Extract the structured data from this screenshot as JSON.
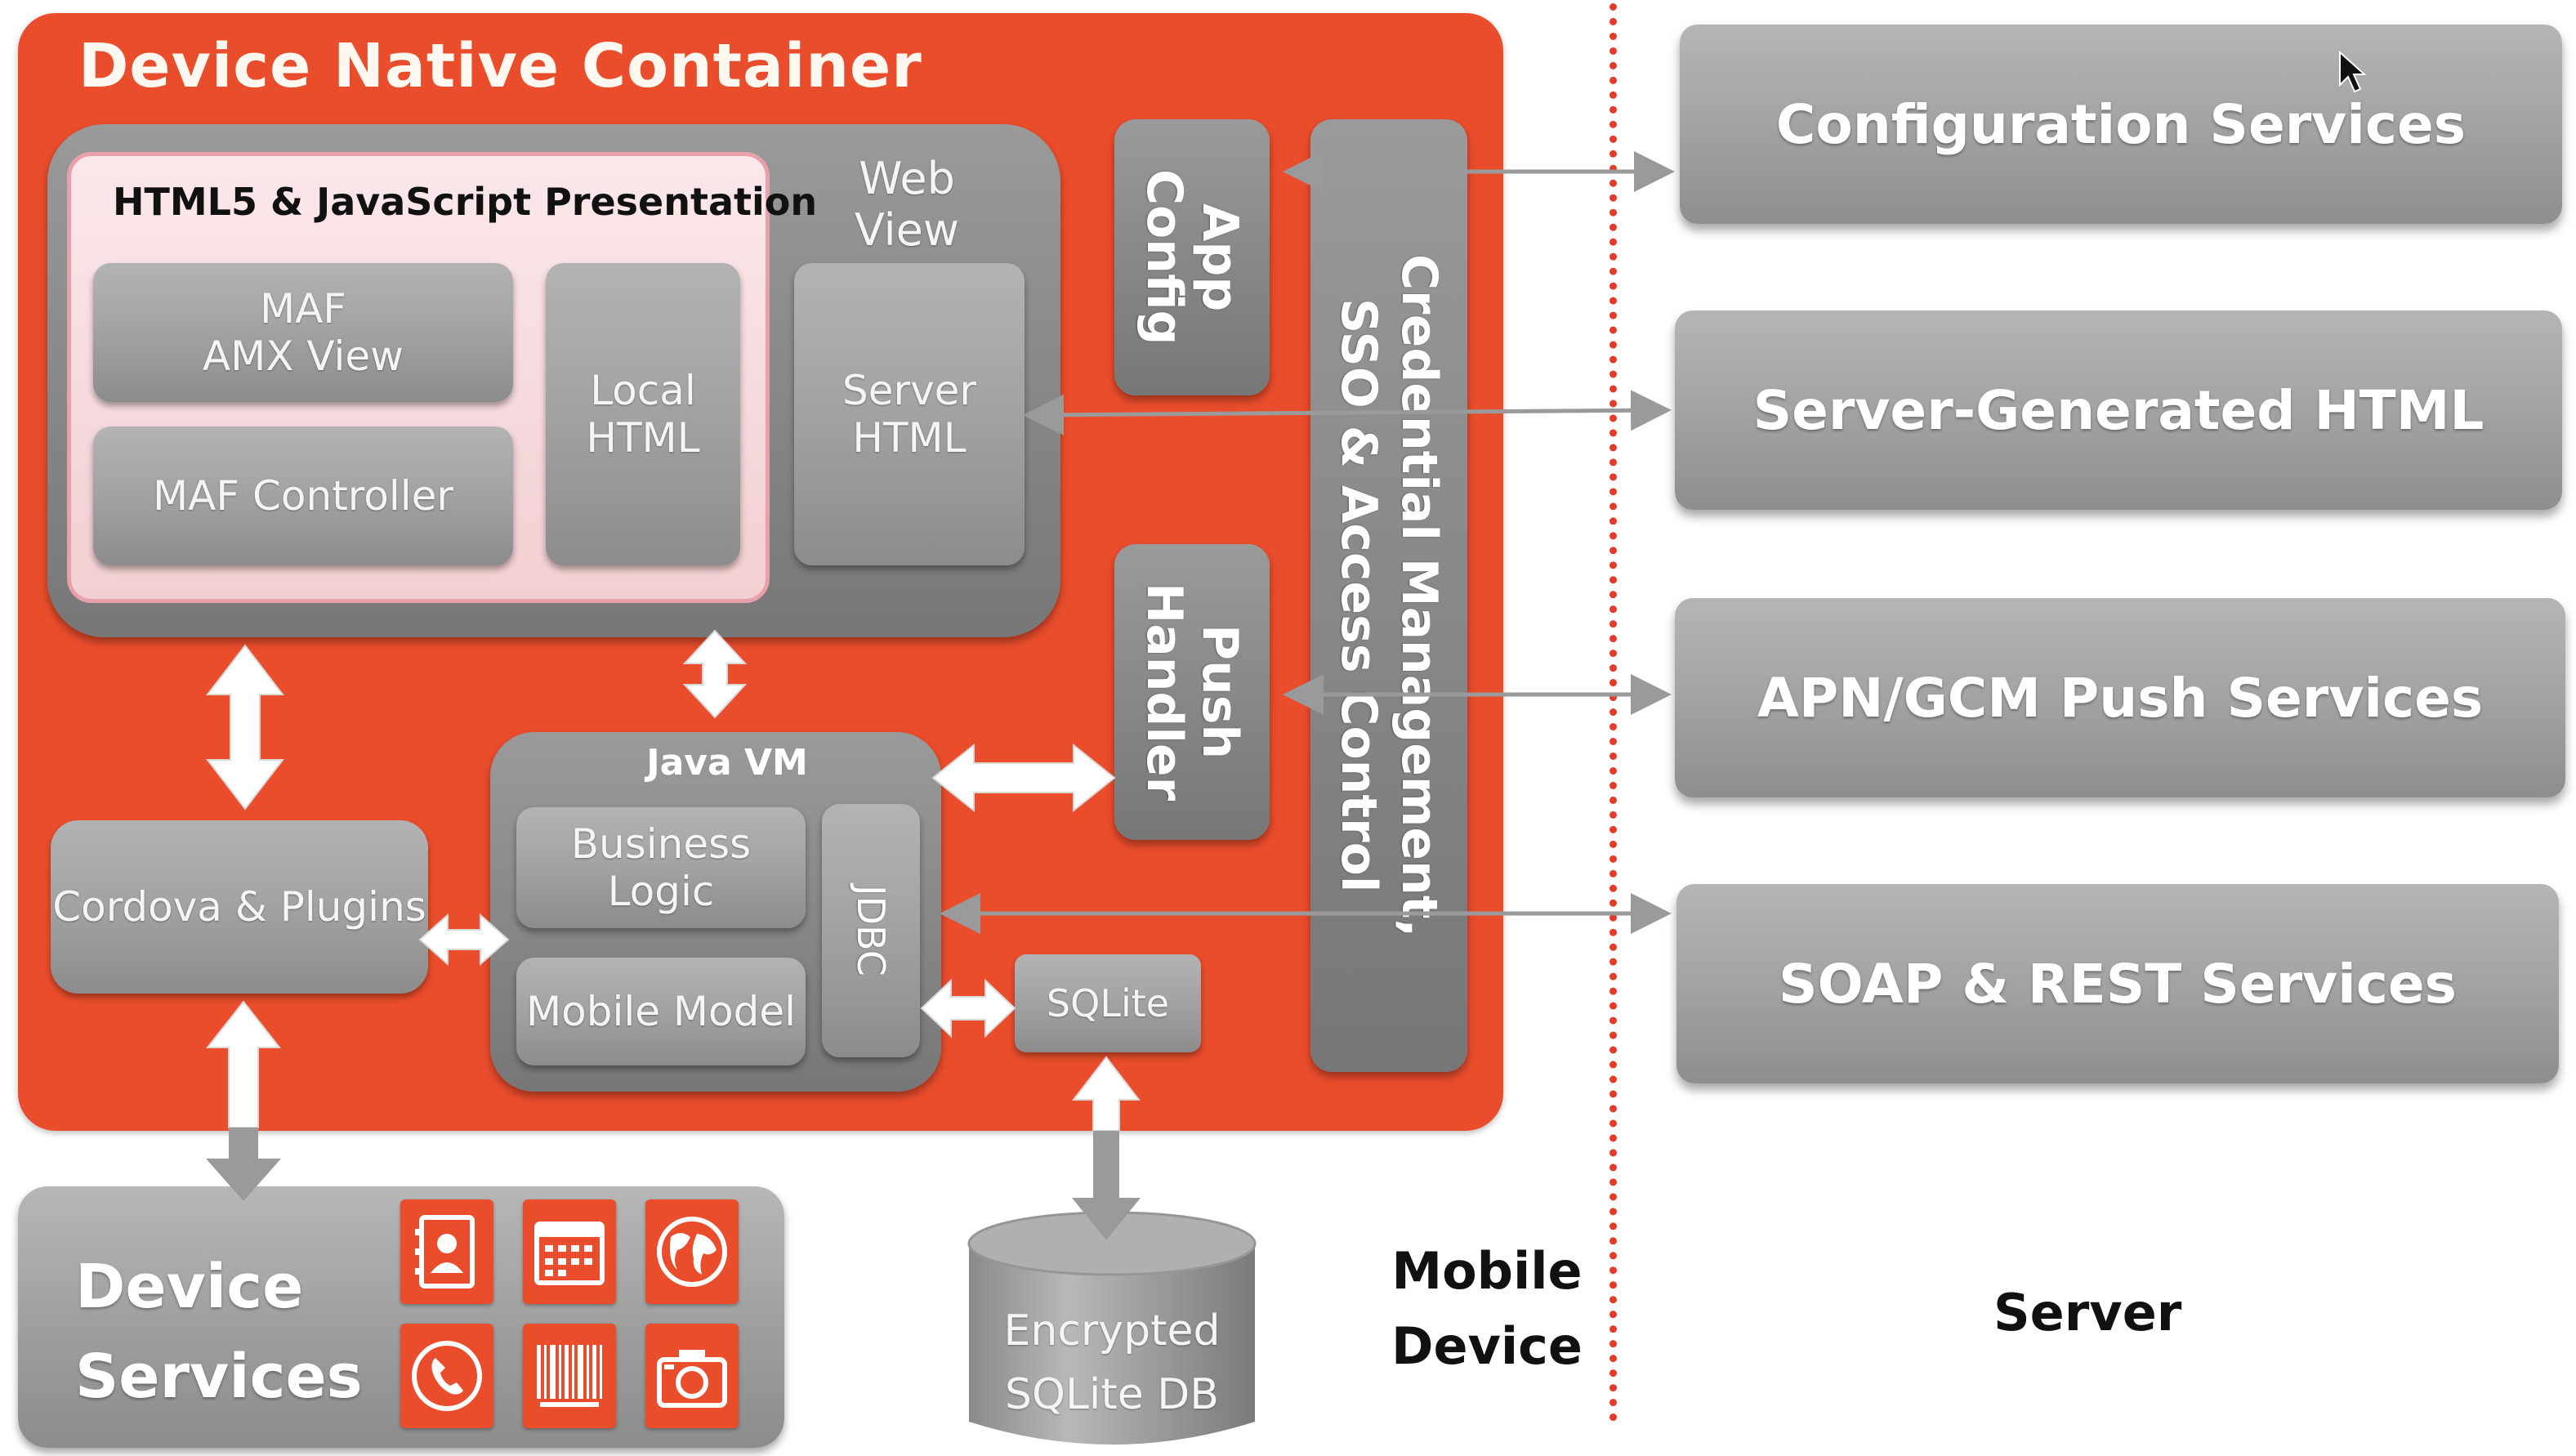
{
  "container": {
    "title": "Device Native Container"
  },
  "webview": {
    "label_line1": "Web",
    "label_line2": "View"
  },
  "presentation": {
    "title": "HTML5 & JavaScript Presentation",
    "amx_line1": "MAF",
    "amx_line2": "AMX View",
    "controller": "MAF Controller",
    "local_line1": "Local",
    "local_line2": "HTML",
    "server_line1": "Server",
    "server_line2": "HTML"
  },
  "side": {
    "app_config_line1": "App",
    "app_config_line2": "Config",
    "push_line1": "Push",
    "push_line2": "Handler",
    "credential_line1": "Credential Management,",
    "credential_line2": "SSO & Access Control"
  },
  "javavm": {
    "title": "Java VM",
    "business": "Business Logic",
    "model": "Mobile Model",
    "jdbc": "JDBC"
  },
  "cordova": "Cordova & Plugins",
  "sqlite": "SQLite",
  "database": {
    "line1": "Encrypted",
    "line2": "SQLite DB"
  },
  "device_services": {
    "line1": "Device",
    "line2": "Services",
    "icons": [
      "contacts-icon",
      "calendar-icon",
      "globe-icon",
      "phone-icon",
      "barcode-icon",
      "camera-icon"
    ]
  },
  "mobile_device": {
    "line1": "Mobile",
    "line2": "Device"
  },
  "server_label": "Server",
  "server_services": [
    "Configuration Services",
    "Server-Generated HTML",
    "APN/GCM Push Services",
    "SOAP & REST Services"
  ],
  "colors": {
    "container": "#ea4d2c",
    "box_grey": "#8a8a8a",
    "divider": "#e23b2a"
  }
}
